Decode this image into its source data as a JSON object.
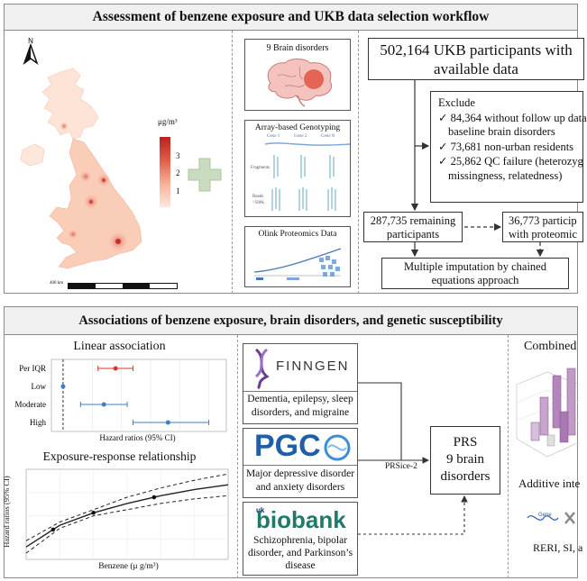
{
  "top": {
    "title": "Assessment of benzene exposure and UKB data selection workflow",
    "map": {
      "north": "N",
      "legend_unit": "μg/m³",
      "legend_ticks": [
        "3",
        "2",
        "1"
      ],
      "scale_label": "400 km"
    },
    "cards": {
      "brain": {
        "title": "9 Brain disorders"
      },
      "geno": {
        "title": "Array-based Genotyping",
        "genes": [
          "Gene 1",
          "Gene 2",
          "Gene N"
        ],
        "fragments": "Fragments",
        "reads": "Reads",
        "reads_len": ">500k"
      },
      "olink": {
        "title": "Olink Proteomics Data"
      }
    },
    "flow": {
      "total": [
        "502,164 UKB participants with",
        "available data"
      ],
      "exclude_title": "Exclude",
      "exclude_items": [
        [
          "84,364 without follow up data",
          "baseline brain disorders"
        ],
        [
          "73,681 non-urban residents"
        ],
        [
          "25,862 QC failure (heterozyg",
          "missingness, relatedness)"
        ]
      ],
      "remaining": [
        "287,735 remaining",
        "participants"
      ],
      "proteomic": [
        "36,773 particip",
        "with proteomic"
      ],
      "imputation": [
        "Multiple imputation by chained",
        "equations approach"
      ]
    }
  },
  "bottom": {
    "title": "Associations of benzene exposure, brain disorders, and genetic susceptibility",
    "linear": {
      "title": "Linear association",
      "xlabel": "Hazard ratios (95% CI)"
    },
    "exposure": {
      "title": "Exposure-response relationship",
      "ylabel": "Hazard ratios (95% CI)",
      "xlabel": "Benzene (μ g/m³)"
    },
    "finngen": {
      "logo": "FINNGEN",
      "text": [
        "Dementia, epilepsy, sleep",
        "disorders, and migraine"
      ]
    },
    "pgc": {
      "logo": "PGC",
      "text": [
        "Major depressive disorder",
        "and anxiety disorders"
      ]
    },
    "ukbiobank": {
      "logo_small": "uk",
      "logo": "biobank",
      "text": [
        "Schizophrenia, bipolar",
        "disorder, and Parkinson’s",
        "disease"
      ]
    },
    "prs_tool": "PRSice-2",
    "prs": [
      "PRS",
      "9 brain",
      "disorders"
    ],
    "combined": {
      "title": "Combined"
    },
    "additive": {
      "title": "Additive inte",
      "methods": "RERI, SI, a",
      "gene_label": "Gene"
    }
  },
  "chart_data": [
    {
      "type": "scatter",
      "title": "Linear association",
      "xlabel": "Hazard ratios (95% CI)",
      "categories": [
        "Per IQR",
        "Low",
        "Moderate",
        "High"
      ],
      "estimates": [
        1.09,
        1.0,
        1.07,
        1.18
      ],
      "lower": [
        1.06,
        1.0,
        1.03,
        1.12
      ],
      "upper": [
        1.12,
        1.0,
        1.11,
        1.25
      ],
      "reference": 1.0,
      "colors": [
        "#d9342b",
        "#3b7fc4",
        "#3b7fc4",
        "#3b7fc4"
      ]
    },
    {
      "type": "line",
      "title": "Exposure-response relationship",
      "xlabel": "Benzene (μ g/m³)",
      "ylabel": "Hazard ratios (95% CI)",
      "x": [
        0,
        0.5,
        1,
        1.5,
        2,
        2.5,
        3
      ],
      "estimate": [
        0.8,
        0.94,
        1.02,
        1.08,
        1.13,
        1.17,
        1.2
      ],
      "lower": [
        0.76,
        0.92,
        1.0,
        1.04,
        1.08,
        1.11,
        1.13
      ],
      "upper": [
        0.84,
        0.96,
        1.04,
        1.12,
        1.18,
        1.23,
        1.27
      ],
      "points": [
        0.4,
        1.0,
        1.9
      ]
    }
  ]
}
